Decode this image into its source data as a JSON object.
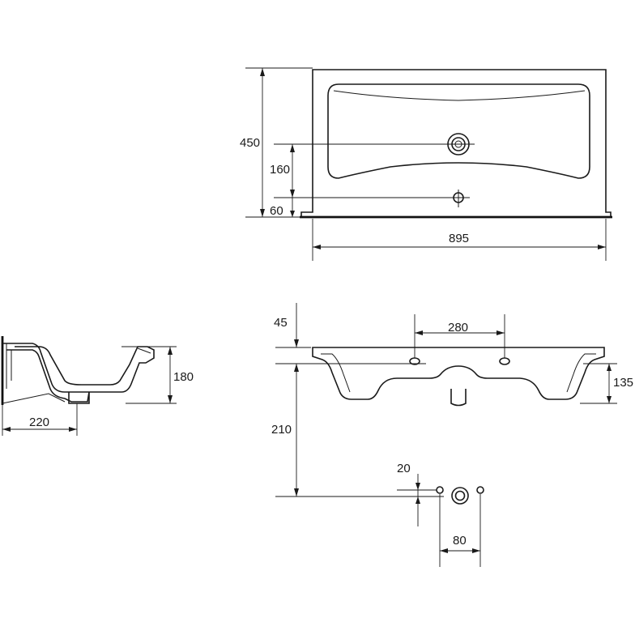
{
  "dimensions": {
    "depth": "450",
    "tap_hole_offset": "160",
    "overflow_offset": "60",
    "width": "895",
    "deck_height": "45",
    "bracket_spacing": "280",
    "bowl_depth_front": "135",
    "drain_height": "210",
    "waste_offset": "20",
    "waste_spacing": "80",
    "side_height": "180",
    "drain_depth_side": "220"
  }
}
